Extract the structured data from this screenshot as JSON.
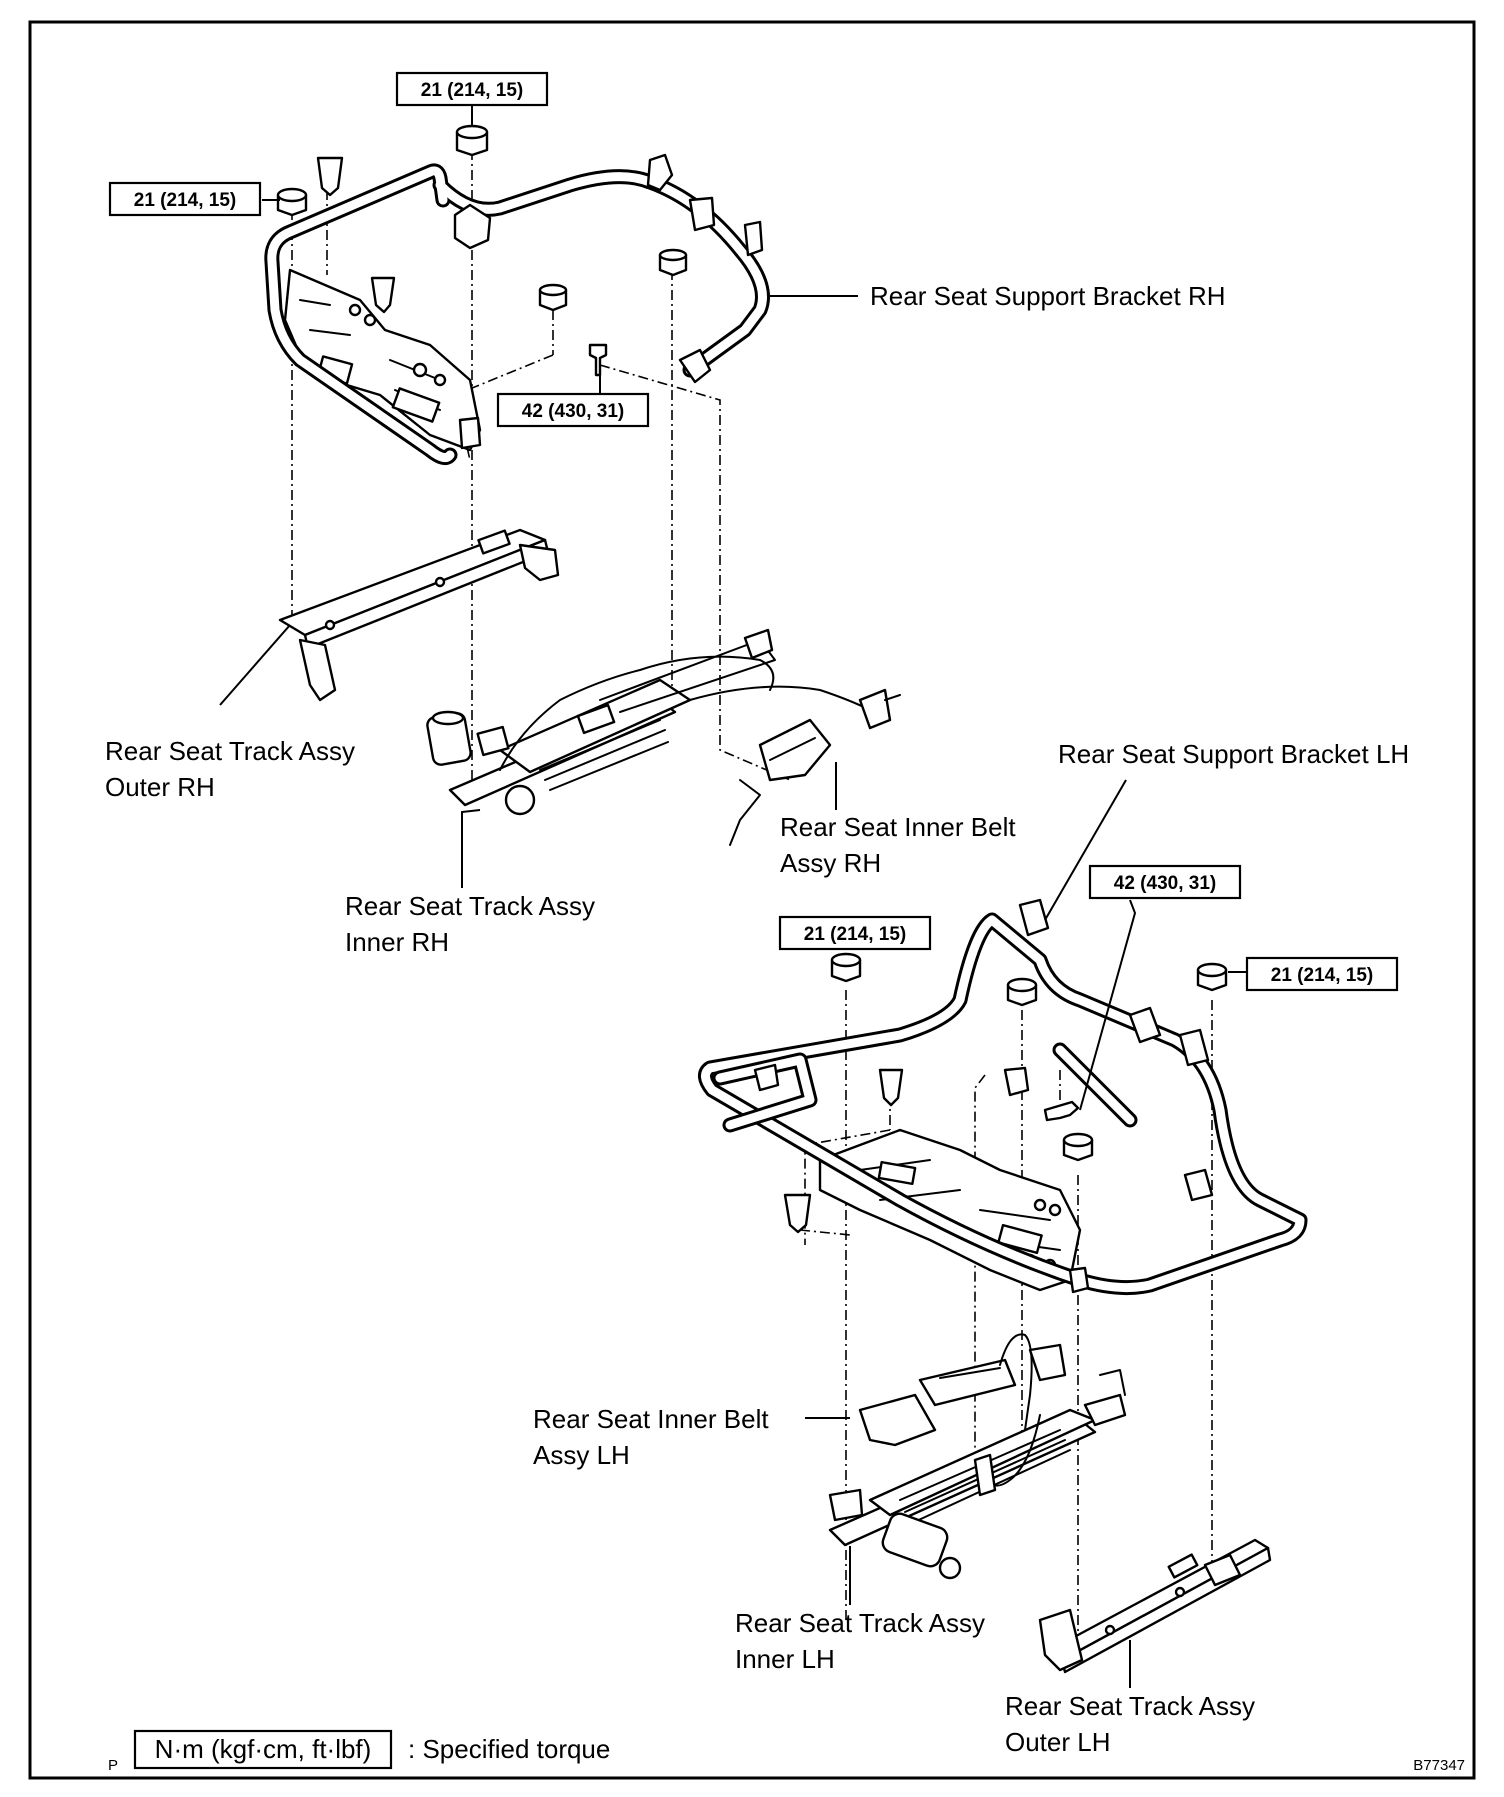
{
  "labels": {
    "support_bracket_rh": "Rear Seat Support Bracket RH",
    "track_outer_rh_1": "Rear Seat Track Assy",
    "track_outer_rh_2": "Outer RH",
    "track_inner_rh_1": "Rear Seat Track Assy",
    "track_inner_rh_2": "Inner RH",
    "belt_rh_1": "Rear Seat Inner Belt",
    "belt_rh_2": "Assy RH",
    "support_bracket_lh": "Rear Seat Support Bracket LH",
    "belt_lh_1": "Rear Seat Inner Belt",
    "belt_lh_2": "Assy LH",
    "track_inner_lh_1": "Rear Seat Track Assy",
    "track_inner_lh_2": "Inner  LH",
    "track_outer_lh_1": "Rear Seat Track Assy",
    "track_outer_lh_2": "Outer LH"
  },
  "torques": {
    "rh_top": "21 (214, 15)",
    "rh_left": "21 (214, 15)",
    "rh_bolt": "42 (430, 31)",
    "lh_bolt": "42 (430, 31)",
    "lh_left": "21 (214, 15)",
    "lh_right": "21 (214, 15)"
  },
  "legend": {
    "units": "N·m (kgf·cm, ft·lbf)",
    "text": ": Specified torque",
    "corner_mark": "P"
  },
  "figure_code": "B77347"
}
